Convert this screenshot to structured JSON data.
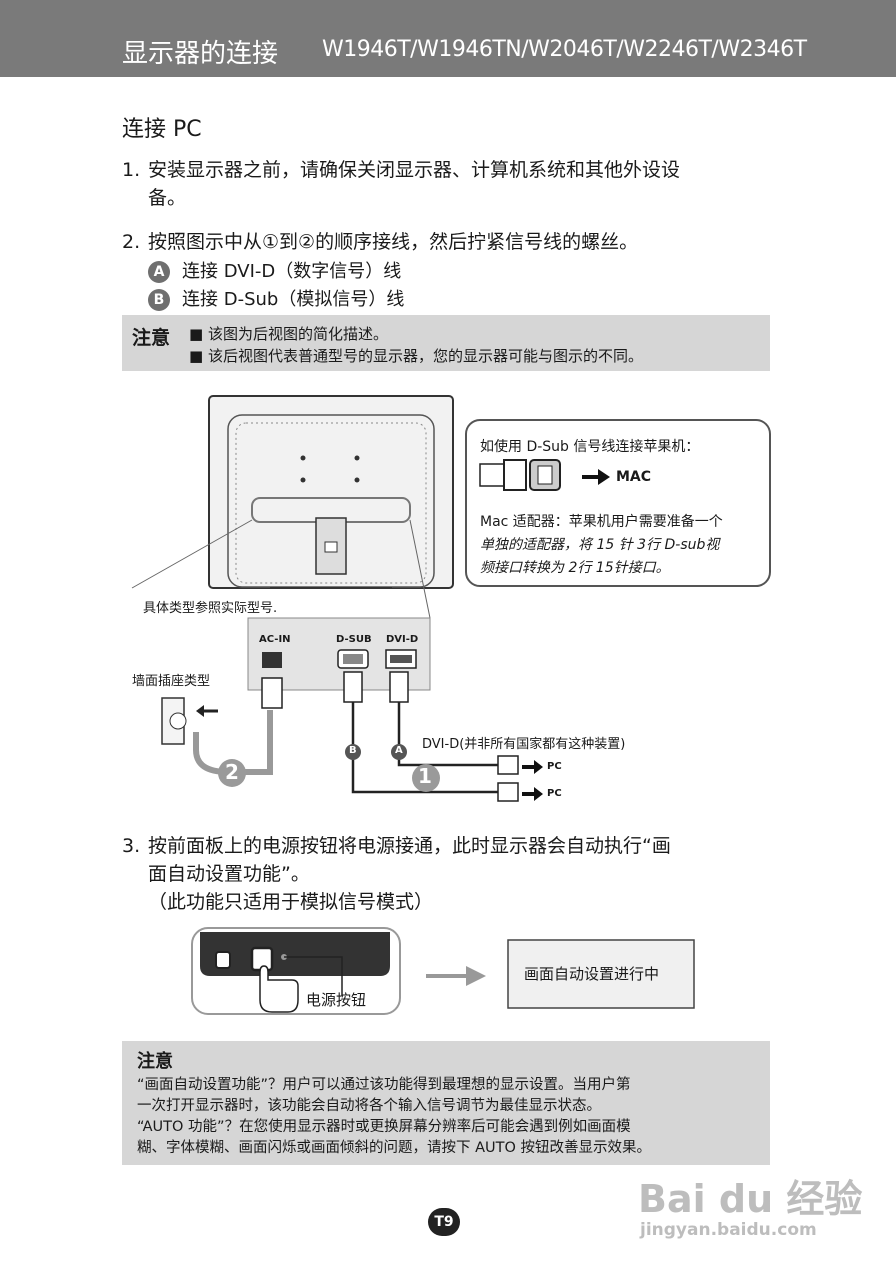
{
  "header": {
    "title": "显示器的连接",
    "models": "W1946T/W1946TN/W2046T/W2246T/W2346T"
  },
  "section": {
    "title": "连接 PC"
  },
  "steps": {
    "s1": {
      "num": "1.",
      "line1": "安装显示器之前，请确保关闭显示器、计算机系统和其他外设设",
      "line2": "备。"
    },
    "s2": {
      "num": "2.",
      "line1": "按照图示中从①到②的顺序接线，然后拧紧信号线的螺丝。",
      "a_badge": "A",
      "a_text": "连接 DVI-D（数字信号）线",
      "b_badge": "B",
      "b_text": "连接 D-Sub（模拟信号）线"
    },
    "s3": {
      "num": "3.",
      "line1": "按前面板上的电源按钮将电源接通，此时显示器会自动执行“画",
      "line2": "面自动设置功能”。",
      "line3": "（此功能只适用于模拟信号模式）"
    }
  },
  "note1": {
    "label": "注意",
    "line1": "■ 该图为后视图的简化描述。",
    "line2": "■ 该后视图代表普通型号的显示器，您的显示器可能与图示的不同。"
  },
  "diagram": {
    "mac_callout": {
      "title": "如使用 D-Sub 信号线连接苹果机：",
      "mac_label": "MAC",
      "line1": "Mac 适配器：苹果机用户需要准备一个",
      "line2": "单独的适配器，将 15 针 3行 D-sub视",
      "line3": "频接口转换为 2行 15针接口。"
    },
    "model_note": "具体类型参照实际型号.",
    "port_acin": "AC-IN",
    "port_dsub": "D-SUB",
    "port_dvid": "DVI-D",
    "wall_outlet": "墙面插座类型",
    "dvi_note": "DVI-D(并非所有国家都有这种装置)",
    "pc1": "PC",
    "pc2": "PC",
    "num1": "1",
    "num2": "2",
    "badge_a": "A",
    "badge_b": "B"
  },
  "power_figure": {
    "button_label": "电源按钮",
    "status_text": "画面自动设置进行中"
  },
  "note2": {
    "title": "注意",
    "line1": "“画面自动设置功能”？用户可以通过该功能得到最理想的显示设置。当用户第",
    "line2": "一次打开显示器时，该功能会自动将各个输入信号调节为最佳显示状态。",
    "line3": "“AUTO 功能”？在您使用显示器时或更换屏幕分辨率后可能会遇到例如画面模",
    "line4": "糊、字体模糊、画面闪烁或画面倾斜的问题，请按下 AUTO 按钮改善显示效果。"
  },
  "watermark": {
    "brand": "Bai du 经验",
    "url": "jingyan.baidu.com"
  },
  "page": {
    "number": "T9"
  }
}
